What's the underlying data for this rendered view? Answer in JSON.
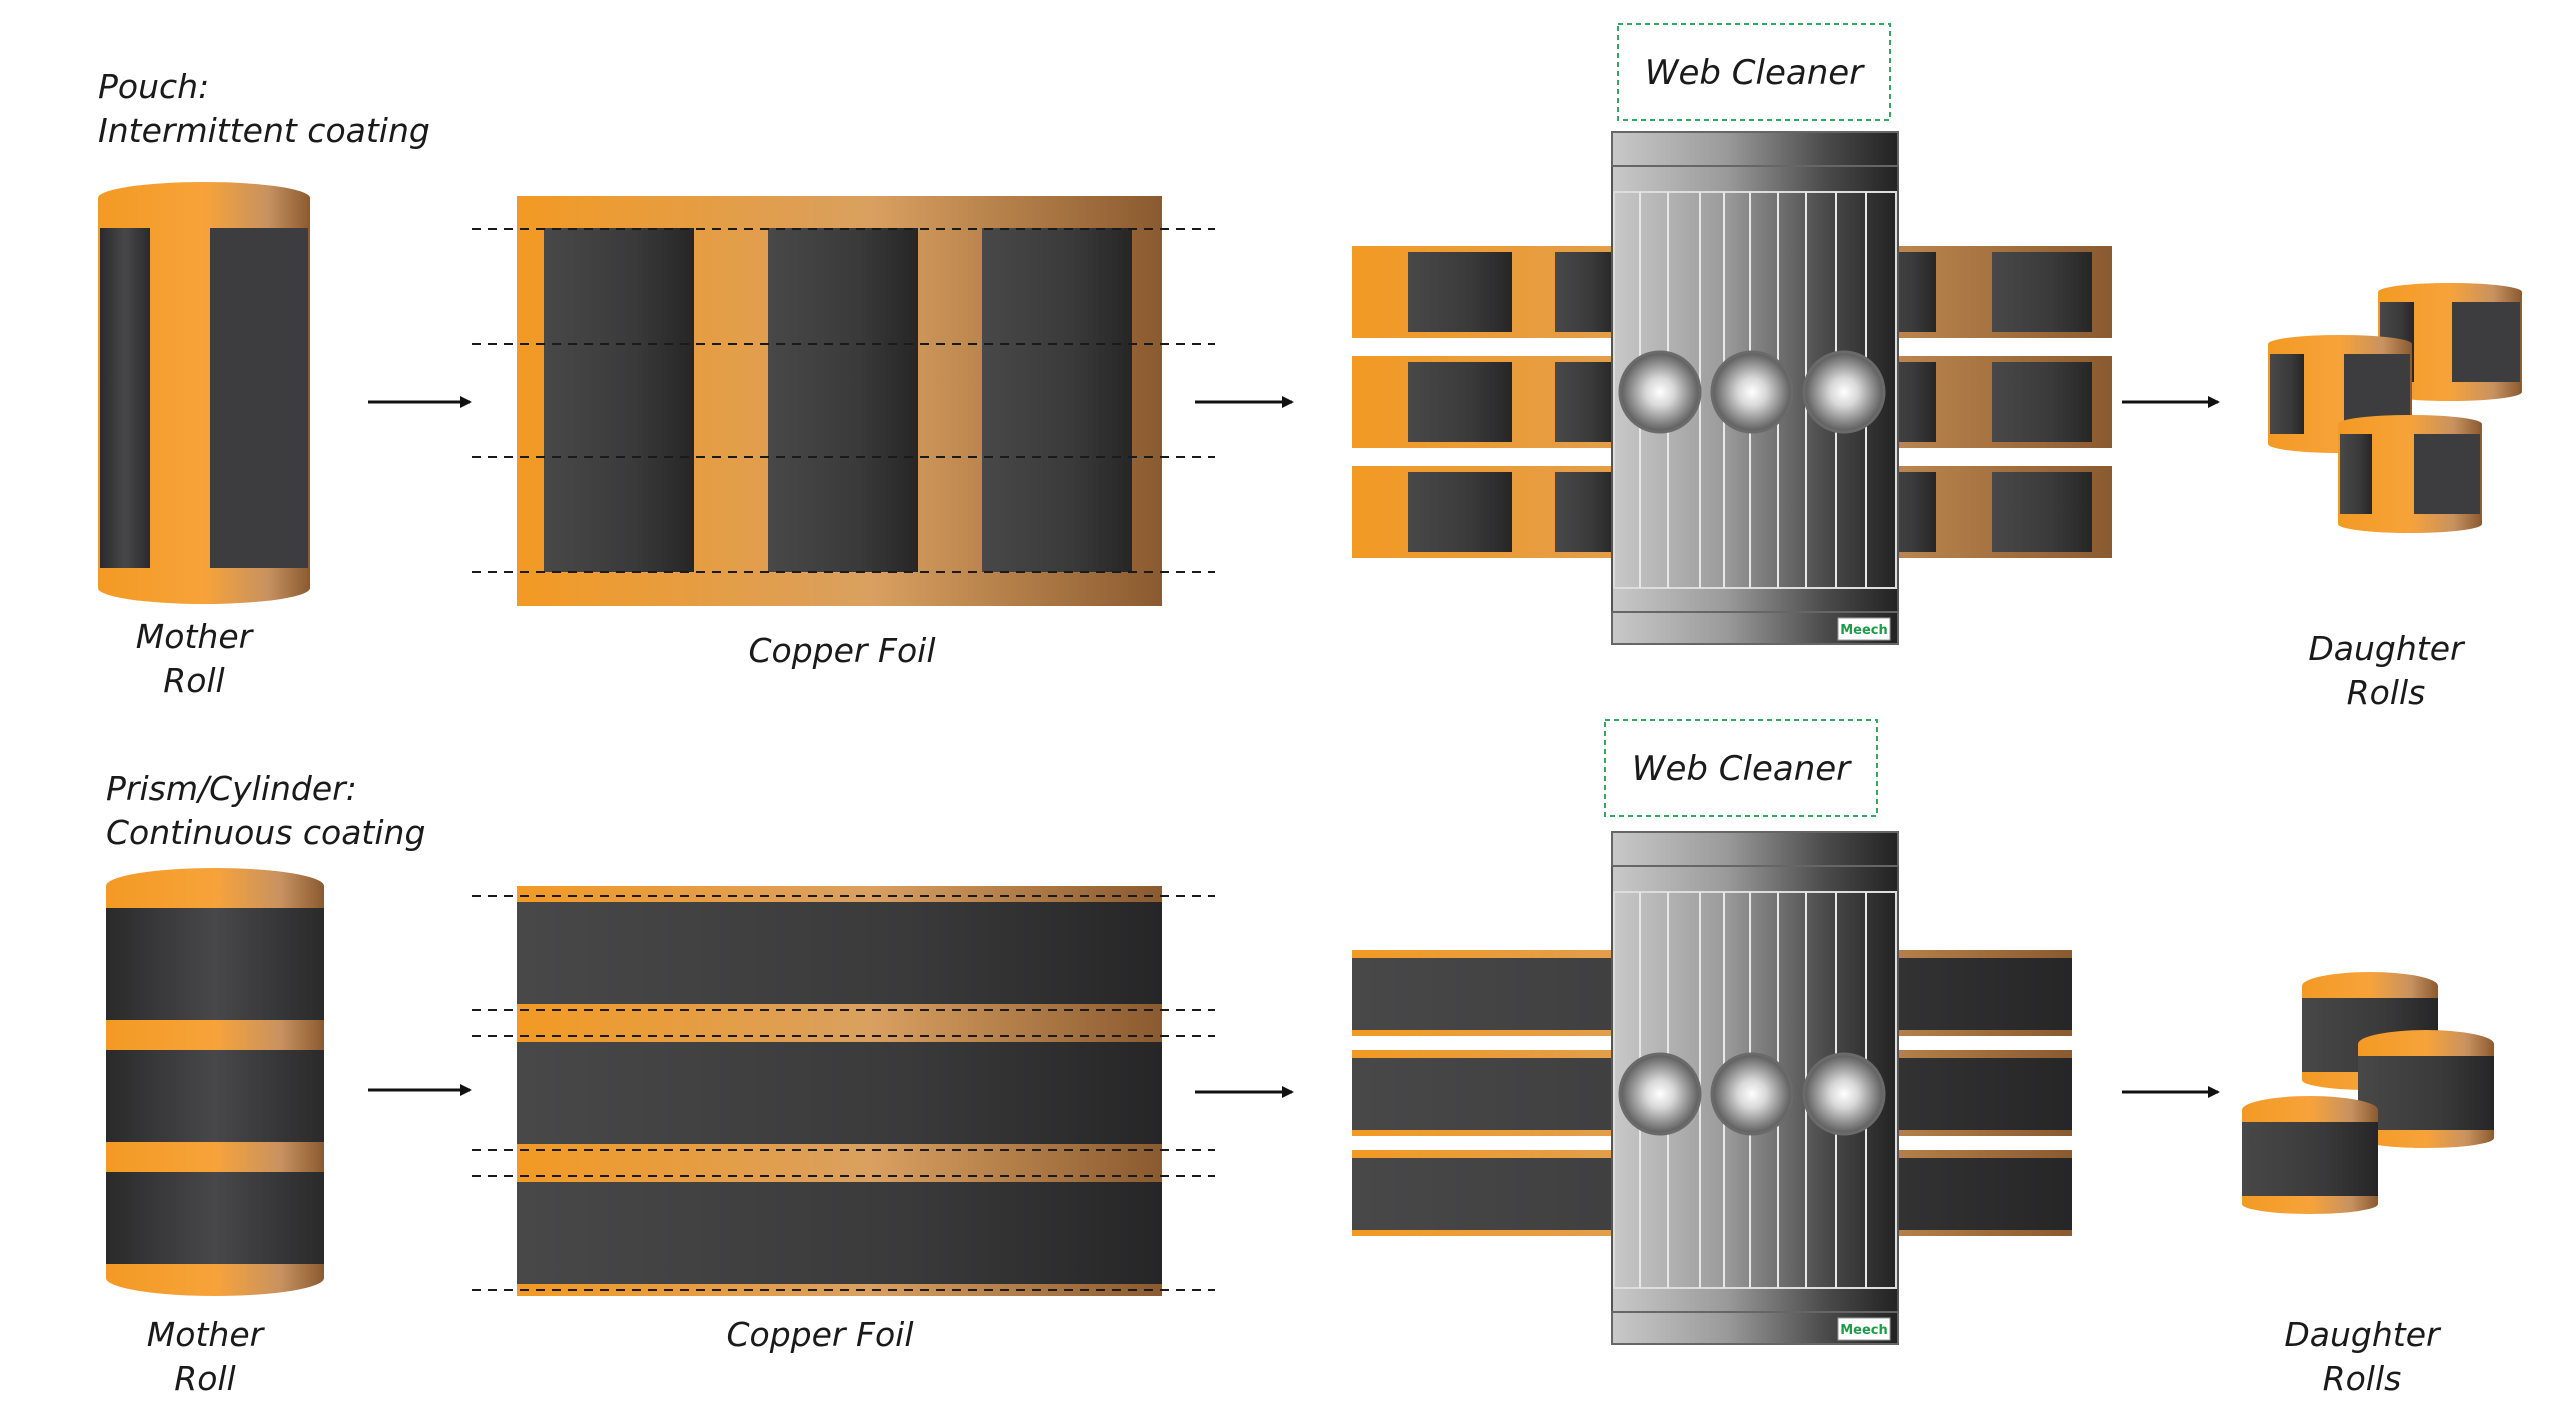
{
  "top_row": {
    "section_label_line1": "Pouch:",
    "section_label_line2": "Intermittent coating",
    "mother_roll_line1": "Mother",
    "mother_roll_line2": "Roll",
    "copper_foil": "Copper Foil",
    "web_cleaner": "Web Cleaner",
    "daughter_rolls_line1": "Daughter",
    "daughter_rolls_line2": "Rolls",
    "brand": "Meech"
  },
  "bottom_row": {
    "section_label_line1": "Prism/Cylinder:",
    "section_label_line2": "Continuous coating",
    "mother_roll_line1": "Mother",
    "mother_roll_line2": "Roll",
    "copper_foil": "Copper Foil",
    "web_cleaner": "Web Cleaner",
    "daughter_rolls_line1": "Daughter",
    "daughter_rolls_line2": "Rolls",
    "brand": "Meech"
  },
  "colors": {
    "copper_orange": "#f39a24",
    "copper_brown": "#8a5a30",
    "coating_dark": "#3a3a3c",
    "cleaner_light": "#c8c8c8",
    "cleaner_dark": "#2b2b2b",
    "dotted_box_green": "#2fa866",
    "brand_green": "#1f9a4a"
  }
}
